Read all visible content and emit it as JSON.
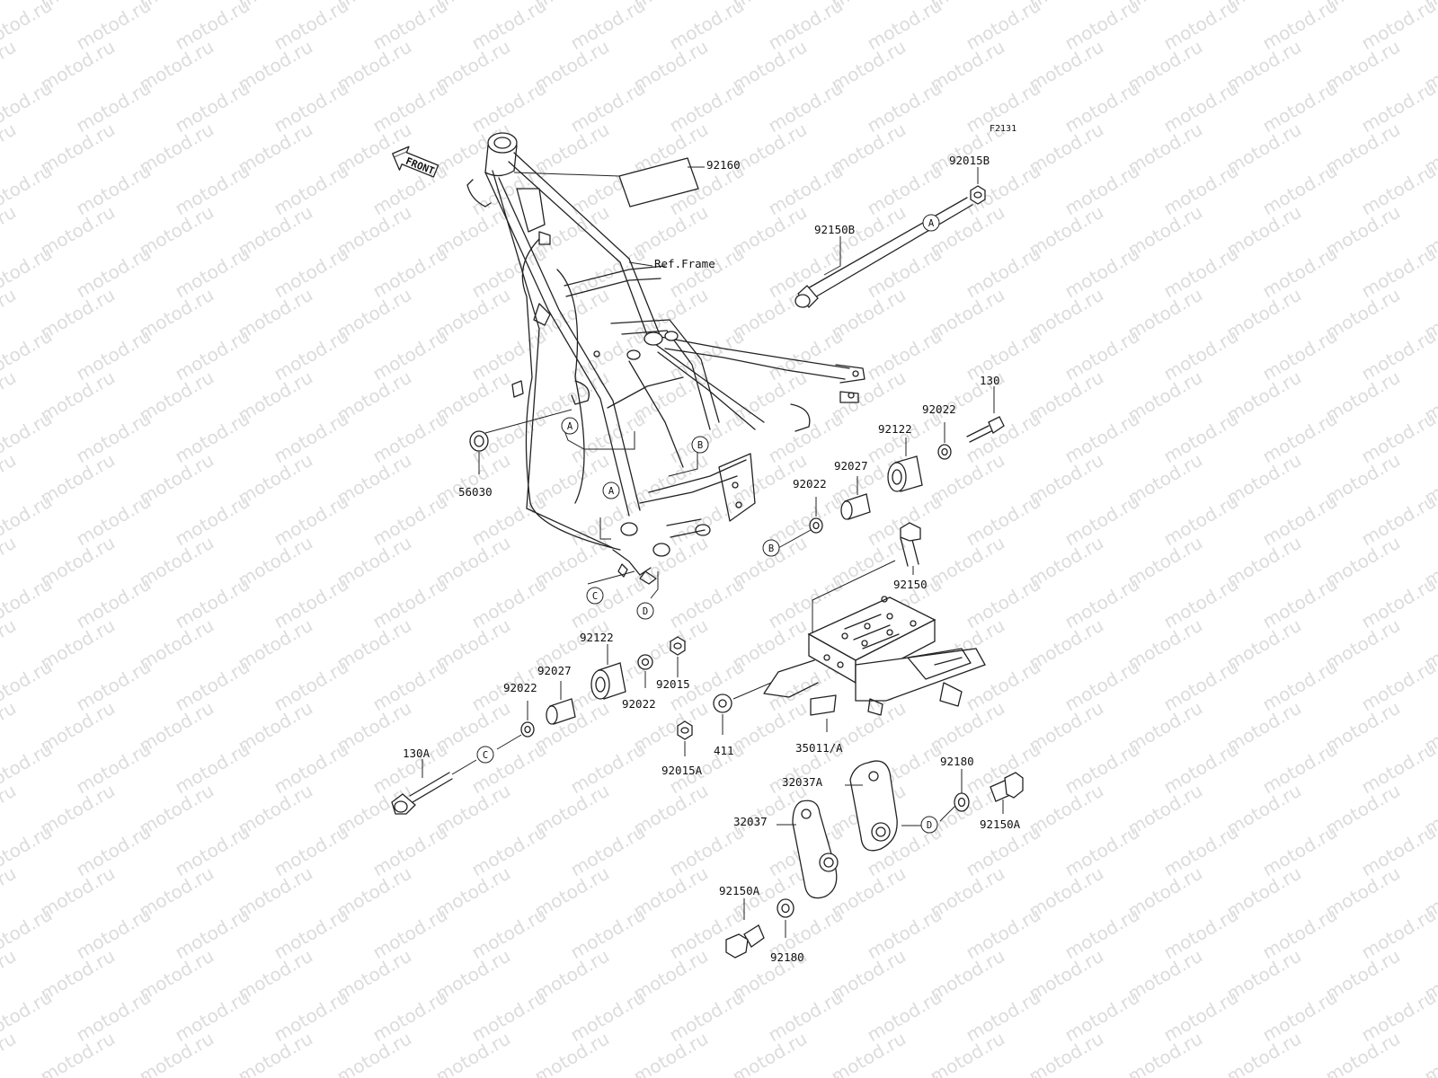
{
  "watermark": "motod.ru",
  "diagram_code": "F2131",
  "front_label": "FRONT",
  "ref_label": "Ref.Frame",
  "part_numbers": {
    "p92160": "92160",
    "p92015B": "92015B",
    "p92150B": "92150B",
    "p56030": "56030",
    "p130": "130",
    "p92022_top": "92022",
    "p92122_top": "92122",
    "p92027_top": "92027",
    "p92022_mid": "92022",
    "p92150": "92150",
    "p92122_bot": "92122",
    "p92027_bot": "92027",
    "p92022_left": "92022",
    "p92022_bot": "92022",
    "p92015": "92015",
    "p411": "411",
    "p35011A": "35011/A",
    "p130A": "130A",
    "p92015A": "92015A",
    "p32037A": "32037A",
    "p92180_top": "92180",
    "p92150A_right": "92150A",
    "p32037": "32037",
    "p92150A_bot": "92150A",
    "p92180_bot": "92180"
  },
  "reference_circles": {
    "A_bolt": "A",
    "A_frame1": "A",
    "A_frame2": "A",
    "B_frame": "B",
    "B_spacer": "B",
    "C_frame": "C",
    "C_bolt": "C",
    "D_frame": "D",
    "D_bracket": "D"
  }
}
